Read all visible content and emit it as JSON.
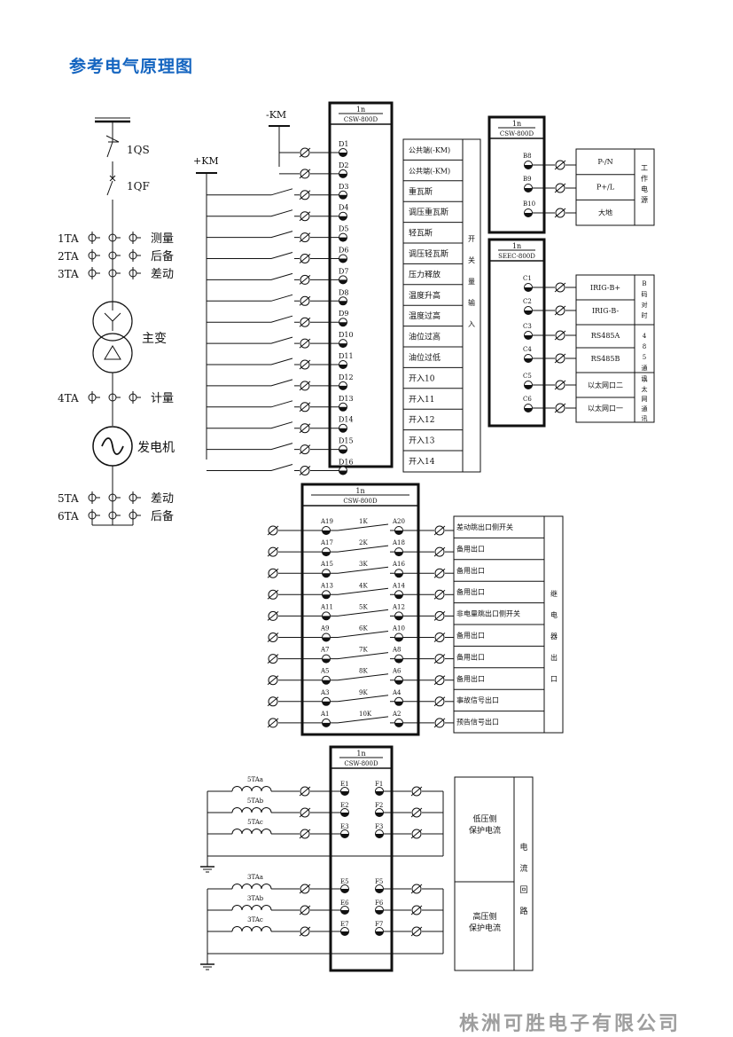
{
  "title": "参考电气原理图",
  "company": "株洲可胜电子有限公司",
  "colors": {
    "title": "#1565c0",
    "line": "#111111",
    "company": "#9e9e9e"
  },
  "left_primary": {
    "switch_top": "1QS",
    "switch_bottom": "1QF",
    "ct_groups": [
      {
        "name": "1TA",
        "label": "测量"
      },
      {
        "name": "2TA",
        "label": "后备"
      },
      {
        "name": "3TA",
        "label": "差动"
      }
    ],
    "transformer_label": "主变",
    "ct_meter": {
      "name": "4TA",
      "label": "计量"
    },
    "generator_label": "发电机",
    "ct_groups_bottom": [
      {
        "name": "5TA",
        "label": "差动"
      },
      {
        "name": "6TA",
        "label": "后备"
      }
    ]
  },
  "dc_supply": {
    "neg": "-KM",
    "pos": "+KM"
  },
  "binary_input_module": {
    "header_slot": "1n",
    "header_model": "CSW-800D",
    "terminals": [
      "D1",
      "D2",
      "D3",
      "D4",
      "D5",
      "D6",
      "D7",
      "D8",
      "D9",
      "D10",
      "D11",
      "D12",
      "D13",
      "D14",
      "D15",
      "D16"
    ],
    "labels": [
      "公共端(-KM)",
      "公共端(-KM)",
      "重瓦斯",
      "调压重瓦斯",
      "轻瓦斯",
      "调压轻瓦斯",
      "压力释放",
      "温度升高",
      "温度过高",
      "油位过高",
      "油位过低",
      "开入10",
      "开入11",
      "开入12",
      "开入13",
      "开入14"
    ],
    "group_label": "开关量输入"
  },
  "power_module": {
    "header_slot": "1n",
    "header_model": "CSW-800D",
    "terminals": [
      "B8",
      "B9",
      "B10"
    ],
    "labels": [
      "P-/N",
      "P+/L",
      "大地"
    ],
    "group_label": "工作电源"
  },
  "comm_module": {
    "header_slot": "1n",
    "header_model": "SEEC-800D",
    "terminals": [
      "C1",
      "C2",
      "C3",
      "C4",
      "C5",
      "C6"
    ],
    "labels": [
      "IRIG-B+",
      "IRIG-B-",
      "RS485A",
      "RS485B",
      "以太网口二",
      "以太网口一"
    ],
    "group_labels": [
      "B码对时",
      "485通讯",
      "以太网通讯"
    ]
  },
  "relay_module": {
    "header_slot": "1n",
    "header_model": "CSW-800D",
    "left_terminals": [
      "A19",
      "A17",
      "A15",
      "A13",
      "A11",
      "A9",
      "A7",
      "A5",
      "A3",
      "A1"
    ],
    "right_terminals": [
      "A20",
      "A18",
      "A16",
      "A14",
      "A12",
      "A10",
      "A8",
      "A6",
      "A4",
      "A2"
    ],
    "relays": [
      "1K",
      "2K",
      "3K",
      "4K",
      "5K",
      "6K",
      "7K",
      "8K",
      "9K",
      "10K"
    ],
    "labels": [
      "差动跳出口侧开关",
      "备用出口",
      "备用出口",
      "备用出口",
      "非电量跳出口侧开关",
      "备用出口",
      "备用出口",
      "备用出口",
      "事故信号出口",
      "预告信号出口"
    ],
    "group_label": "继电器出口"
  },
  "current_module": {
    "header_slot": "1n",
    "header_model": "CSW-800D",
    "left_terminals": [
      "E1",
      "E2",
      "E3",
      "E5",
      "E6",
      "E7"
    ],
    "right_terminals": [
      "F1",
      "F2",
      "F3",
      "F5",
      "F6",
      "F7"
    ],
    "ct_labels": [
      "5TAa",
      "5TAb",
      "5TAc",
      "3TAa",
      "3TAb",
      "3TAc"
    ],
    "group_low": "低压侧保护电流",
    "group_high": "高压侧保护电流",
    "group_label": "电流回路"
  }
}
